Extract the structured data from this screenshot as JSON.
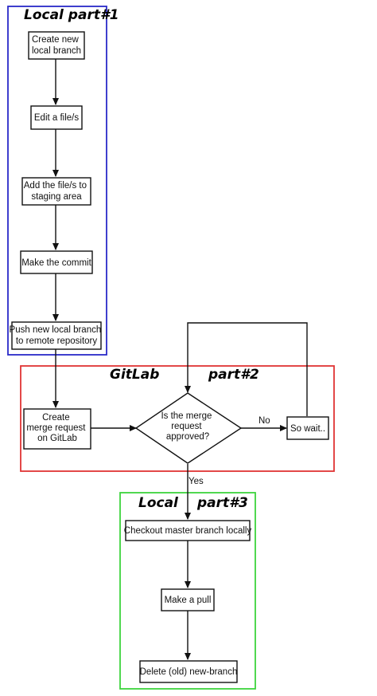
{
  "sections": {
    "local1": {
      "title": "Local part#1",
      "color": "#2a2ac8"
    },
    "gitlab": {
      "title_a": "GitLab",
      "title_b": "part#2",
      "color": "#e03434"
    },
    "local3": {
      "title_a": "Local",
      "title_b": "part#3",
      "color": "#3dd43d"
    }
  },
  "nodes": {
    "create_branch": [
      "Create new",
      "local branch"
    ],
    "edit_files": [
      "Edit a file/s"
    ],
    "add_staging": [
      "Add the file/s to",
      "staging area"
    ],
    "commit": [
      "Make the commit"
    ],
    "push": [
      "Push new local branch",
      "to remote repository"
    ],
    "merge_request": [
      "Create",
      "merge request",
      "on GitLab"
    ],
    "decision": [
      "Is the merge",
      "request",
      "approved?"
    ],
    "wait": [
      "So wait.."
    ],
    "checkout": [
      "Checkout master branch locally"
    ],
    "pull": [
      "Make a pull"
    ],
    "delete": [
      "Delete (old) new-branch"
    ]
  },
  "edges": {
    "no_label": "No",
    "yes_label": "Yes"
  }
}
